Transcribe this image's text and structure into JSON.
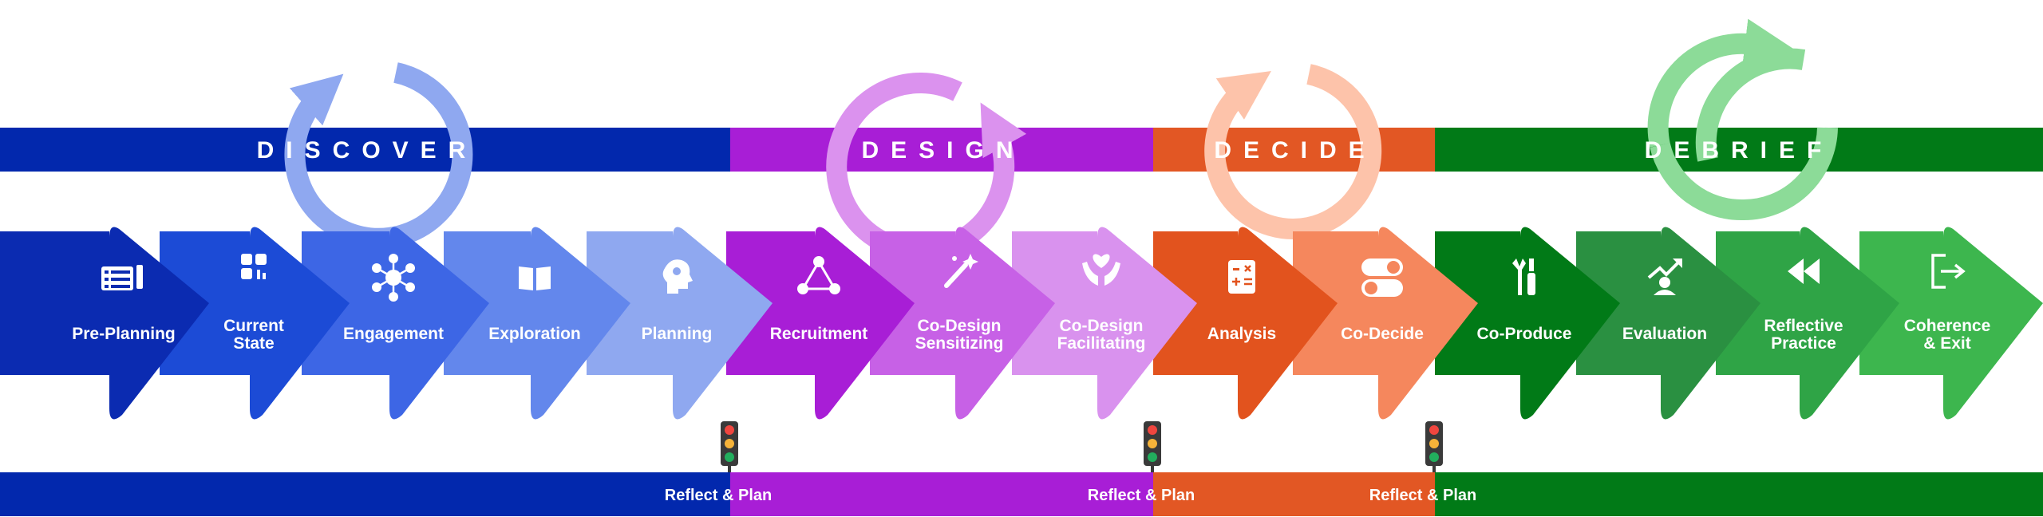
{
  "phases": [
    {
      "title": "DISCOVER",
      "color": "#0228AD",
      "loop_color": "#8FA8F0"
    },
    {
      "title": "DESIGN",
      "color": "#A81ED6",
      "loop_color": "#DB92EE"
    },
    {
      "title": "DECIDE",
      "color": "#E25724",
      "loop_color": "#FDC3AA"
    },
    {
      "title": "DEBRIEF",
      "color": "#017A17",
      "loop_color": "#8CDB98"
    }
  ],
  "steps": [
    {
      "lines": [
        "Pre-Planning"
      ],
      "color": "#0B2BB1",
      "icon": "agenda-list-icon"
    },
    {
      "lines": [
        "Current",
        "State"
      ],
      "color": "#1C4BD6",
      "icon": "dashboard-grid-icon"
    },
    {
      "lines": [
        "Engagement"
      ],
      "color": "#3D66E5",
      "icon": "network-people-icon"
    },
    {
      "lines": [
        "Exploration"
      ],
      "color": "#6387EC",
      "icon": "open-book-icon"
    },
    {
      "lines": [
        "Planning"
      ],
      "color": "#8FA8F0",
      "icon": "head-gear-icon"
    },
    {
      "lines": [
        "Recruitment"
      ],
      "color": "#A81ED6",
      "icon": "triangle-network-icon"
    },
    {
      "lines": [
        "Co-Design",
        "Sensitizing"
      ],
      "color": "#C761E6",
      "icon": "magic-wand-icon"
    },
    {
      "lines": [
        "Co-Design",
        "Facilitating"
      ],
      "color": "#D992EE",
      "icon": "hands-heart-icon"
    },
    {
      "lines": [
        "Analysis"
      ],
      "color": "#E2531E",
      "icon": "calculator-icon"
    },
    {
      "lines": [
        "Co-Decide"
      ],
      "color": "#F5875D",
      "icon": "toggle-switch-icon"
    },
    {
      "lines": [
        "Co-Produce"
      ],
      "color": "#017A17",
      "icon": "tools-icon"
    },
    {
      "lines": [
        "Evaluation"
      ],
      "color": "#2A9041",
      "icon": "growth-person-icon"
    },
    {
      "lines": [
        "Reflective",
        "Practice"
      ],
      "color": "#2FA446",
      "icon": "rewind-icon"
    },
    {
      "lines": [
        "Coherence",
        "& Exit"
      ],
      "color": "#3DB64E",
      "icon": "exit-icon"
    }
  ],
  "checkpoints": [
    {
      "label": "Reflect & Plan"
    },
    {
      "label": "Reflect & Plan"
    },
    {
      "label": "Reflect & Plan"
    }
  ],
  "traffic_light": {
    "housing": "#3A3A3A",
    "red": "#F0463F",
    "amber": "#F6B339",
    "green": "#22AE5D"
  }
}
